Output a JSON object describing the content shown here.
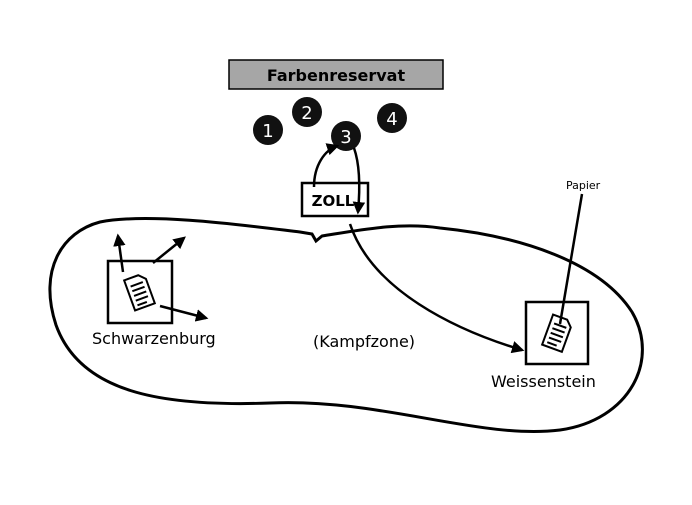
{
  "header": {
    "title": "Farbenreservat",
    "bar_color": "#a6a6a6"
  },
  "reserve_markers": [
    "1",
    "2",
    "3",
    "4"
  ],
  "customs": {
    "label": "ZOLL"
  },
  "zone": {
    "label": "(Kampfzone)"
  },
  "cities": {
    "left": {
      "label": "Schwarzenburg",
      "icon": "document-icon"
    },
    "right": {
      "label": "Weissenstein",
      "icon": "document-icon"
    }
  },
  "annotation": {
    "label": "Papier"
  }
}
